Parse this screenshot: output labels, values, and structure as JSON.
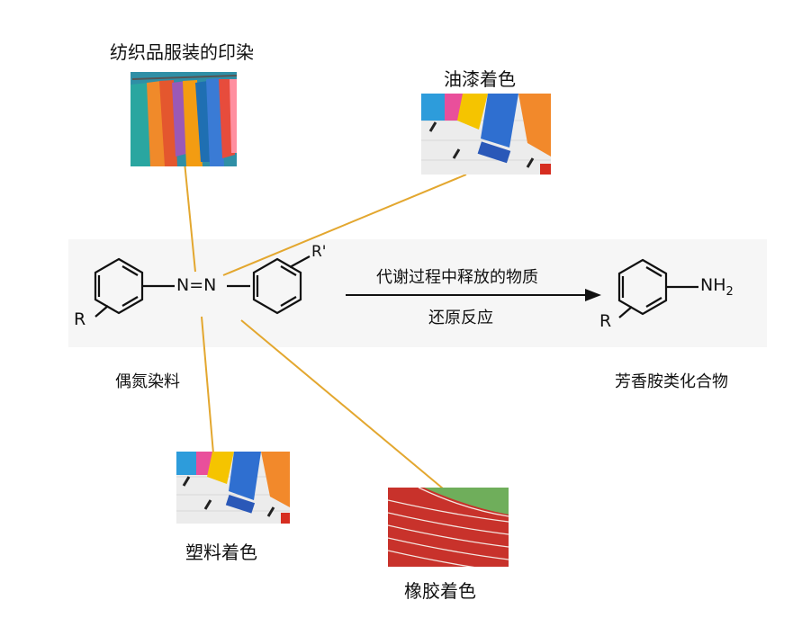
{
  "labels": {
    "textile": "纺织品服装的印染",
    "paint": "油漆着色",
    "plastic": "塑料着色",
    "rubber": "橡胶着色",
    "azo_dye": "偶氮染料",
    "aromatic_amine": "芳香胺类化合物",
    "arrow_top": "代谢过程中释放的物质",
    "arrow_bottom": "还原反应"
  },
  "chem": {
    "azo_bond": "N=N",
    "sub_r": "R",
    "sub_r_prime": "R'",
    "amine_r": "R",
    "amine_group": "NH",
    "amine_subscript": "2"
  },
  "colors": {
    "connector": "#e3a72f",
    "band": "#f6f6f6",
    "track": "#c8322b"
  },
  "icons": {
    "textile": "hanging-clothes-picture",
    "paint": "paint-rollers-picture",
    "plastic": "paint-rollers-picture",
    "rubber": "running-track-picture"
  }
}
